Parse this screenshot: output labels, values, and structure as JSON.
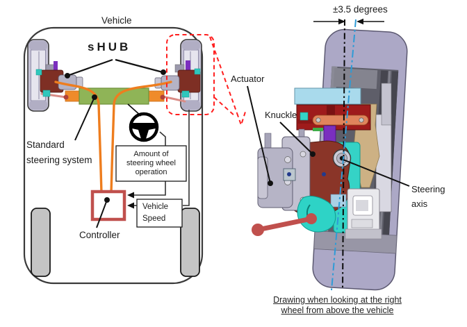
{
  "left_diagram": {
    "title": "Vehicle",
    "shub_label": "sHUB",
    "standard_steering_label": "Standard\nsteering system",
    "amount_box_label": "Amount of\nsteering wheel\noperation",
    "vehicle_speed_box_label": "Vehicle\nSpeed",
    "controller_label": "Controller"
  },
  "right_diagram": {
    "degrees_label": "±3.5 degrees",
    "actuator_label": "Actuator",
    "knuckle_label": "Knuckle",
    "steering_axis_label": "Steering\naxis",
    "caption": "Drawing when looking at the right\nwheel from above the vehicle"
  },
  "icons": {
    "steering_wheel": "steering-wheel-icon",
    "callout": "red-dashed-callout"
  },
  "colors": {
    "controller_border": "#C0504D",
    "callout_red": "#FF1F1F",
    "cable_orange": "#EE7D1E",
    "rack_green": "#8FB457",
    "axis_blue": "#2E9BD6",
    "axis_black": "#0A0A0A",
    "knuckle_red": "#8A3528",
    "tie_rod_red": "#C0504D",
    "teal": "#2ED3C6",
    "tire_lavender": "#ACA8C6"
  }
}
